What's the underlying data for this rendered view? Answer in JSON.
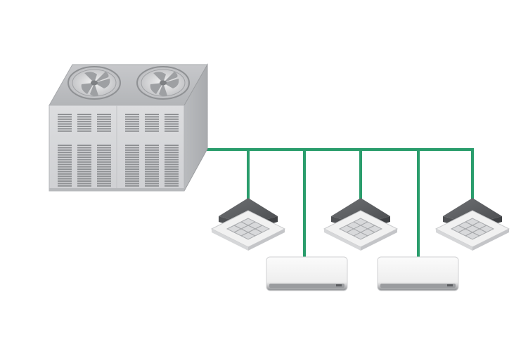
{
  "diagram": {
    "pipe_color": "#2a9d6c",
    "outdoor_unit": {
      "fans": 2,
      "body_color": "#d9dadc",
      "top_color": "#bfc1c4"
    },
    "cassette_units": {
      "count": 3,
      "color": "#eeeeee"
    },
    "wall_units": {
      "count": 2,
      "color": "#f4f4f4"
    }
  }
}
